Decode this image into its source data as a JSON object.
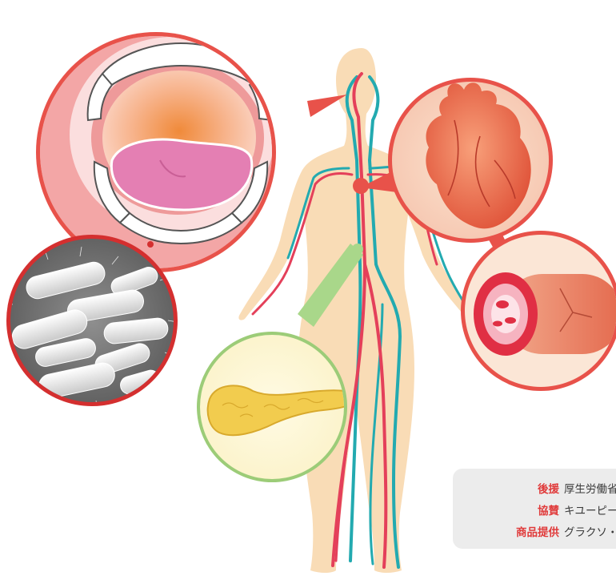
{
  "credits": [
    {
      "label": "後援",
      "text": "厚生労働省、"
    },
    {
      "label": "協賛",
      "text": "キユーピー村"
    },
    {
      "label": "商品提供",
      "text": "グラクソ・ス"
    }
  ],
  "colors": {
    "body": "#f9dcb6",
    "artery": "#e4405a",
    "vein": "#23aab0",
    "mouth_ring": "#e8524a",
    "heart_ring": "#e8524a",
    "bacteria_ring": "#d42f2f",
    "pancreas_ring": "#9ccc78",
    "credit_label": "#e03a3a"
  },
  "icons": [
    "mouth-icon",
    "bacteria-icon",
    "heart-icon",
    "artery-cross-section-icon",
    "pancreas-icon",
    "human-body-icon"
  ]
}
